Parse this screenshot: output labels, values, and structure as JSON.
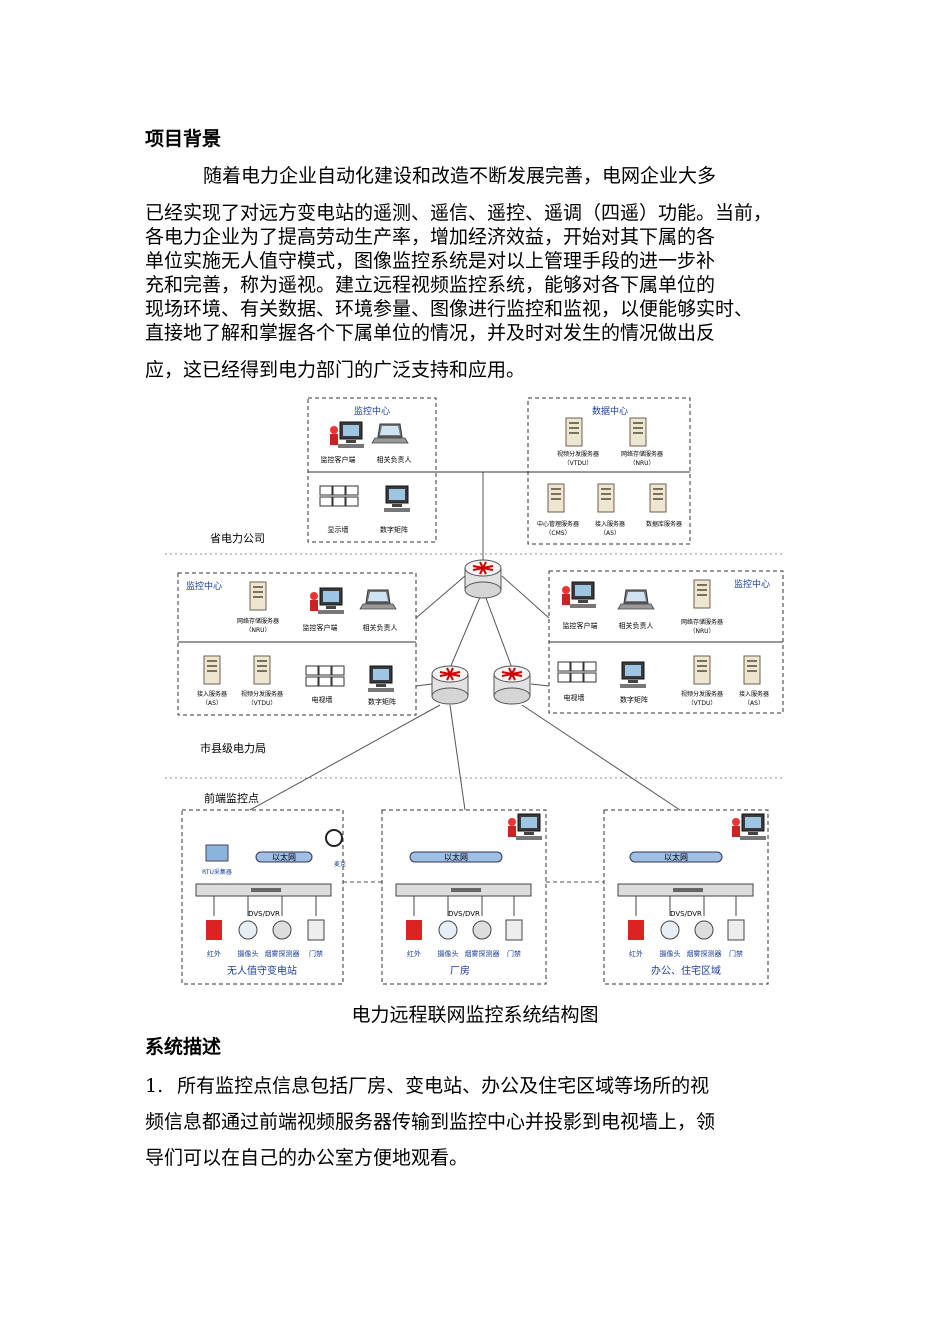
{
  "heading_background": "项目背景",
  "intro": {
    "first_line": "随着电力企业自动化建设和改造不断发展完善，电网企业大多",
    "middle_lines": [
      "已经实现了对远方变电站的遥测、遥信、遥控、遥调（四遥）功能。当前，",
      "各电力企业为了提高劳动生产率，增加经济效益，开始对其下属的各",
      "单位实施无人值守模式，图像监控系统是对以上管理手段的进一步补",
      "充和完善，称为遥视。建立远程视频监控系统，能够对各下属单位的",
      "现场环境、有关数据、环境参量、图像进行监控和监视，以便能够实时、",
      "直接地了解和掌握各个下属单位的情况，并及时对发生的情况做出反"
    ],
    "last_line": "应，这已经得到电力部门的广泛支持和应用。"
  },
  "diagram": {
    "zones": {
      "province": "省电力公司",
      "city": "市县级电力局",
      "frontend": "前端监控点"
    },
    "monitor_center": "监控中心",
    "data_center": "数据中心",
    "labels": {
      "client": "监控客户端",
      "responsible": "相关负责人",
      "display_wall": "显示墙",
      "tv_wall": "电视墙",
      "matrix": "数字矩阵",
      "vtdu": "视频分发服务器",
      "vtdu_abbr": "（VTDU）",
      "nru": "网络存储服务器",
      "nru_abbr": "（NRU）",
      "cms": "中心管理服务器",
      "cms_abbr": "（CMS）",
      "as": "接入服务器",
      "as_abbr": "（AS）",
      "db": "数据库服务器",
      "ethernet": "以太网",
      "dvs": "DVS/DVR",
      "rtu": "RTU采集器",
      "mic": "麦克",
      "infrared": "红外",
      "camera": "摄像头",
      "smoke": "烟雾探测器",
      "door": "门禁"
    },
    "sites": [
      "无人值守变电站",
      "厂房",
      "办公、住宅区域"
    ]
  },
  "caption": "电力远程联网监控系统结构图",
  "heading_desc": "系统描述",
  "desc": {
    "number": "1.",
    "lines": [
      "所有监控点信息包括厂房、变电站、办公及住宅区域等场所的视",
      "频信息都通过前端视频服务器传输到监控中心并投影到电视墙上，领",
      "导们可以在自己的办公室方便地观看。"
    ]
  }
}
